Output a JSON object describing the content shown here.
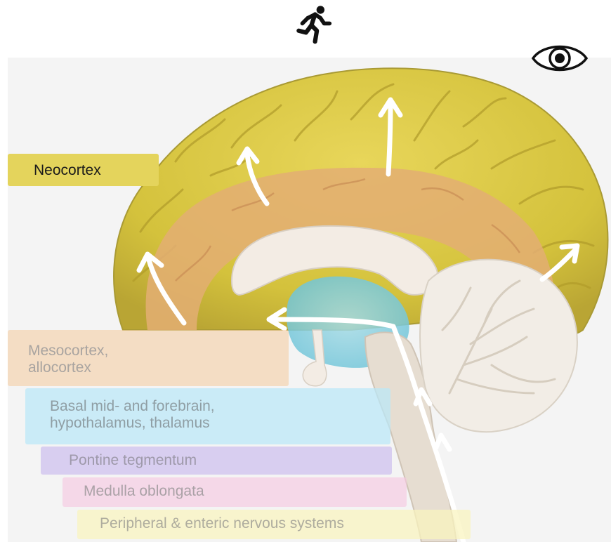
{
  "icons": {
    "top": "running-person-icon",
    "corner": "eye-icon"
  },
  "labels": {
    "neocortex": "Neocortex",
    "mesocortex_line1": "Mesocortex,",
    "mesocortex_line2": "allocortex",
    "basal_line1": "Basal mid- and forebrain,",
    "basal_line2": "hypothalamus, thalamus",
    "pontine": "Pontine tegmentum",
    "medulla": "Medulla oblongata",
    "peripheral": "Peripheral & enteric nervous systems"
  },
  "colors": {
    "neocortex": "#e4d45c",
    "mesocortex": "#f3cea7",
    "basal": "#bae8f8",
    "pontine": "#cfc1ef",
    "medulla": "#f6c9e2",
    "peripheral": "#faf4be",
    "arrows": "#ffffff"
  }
}
